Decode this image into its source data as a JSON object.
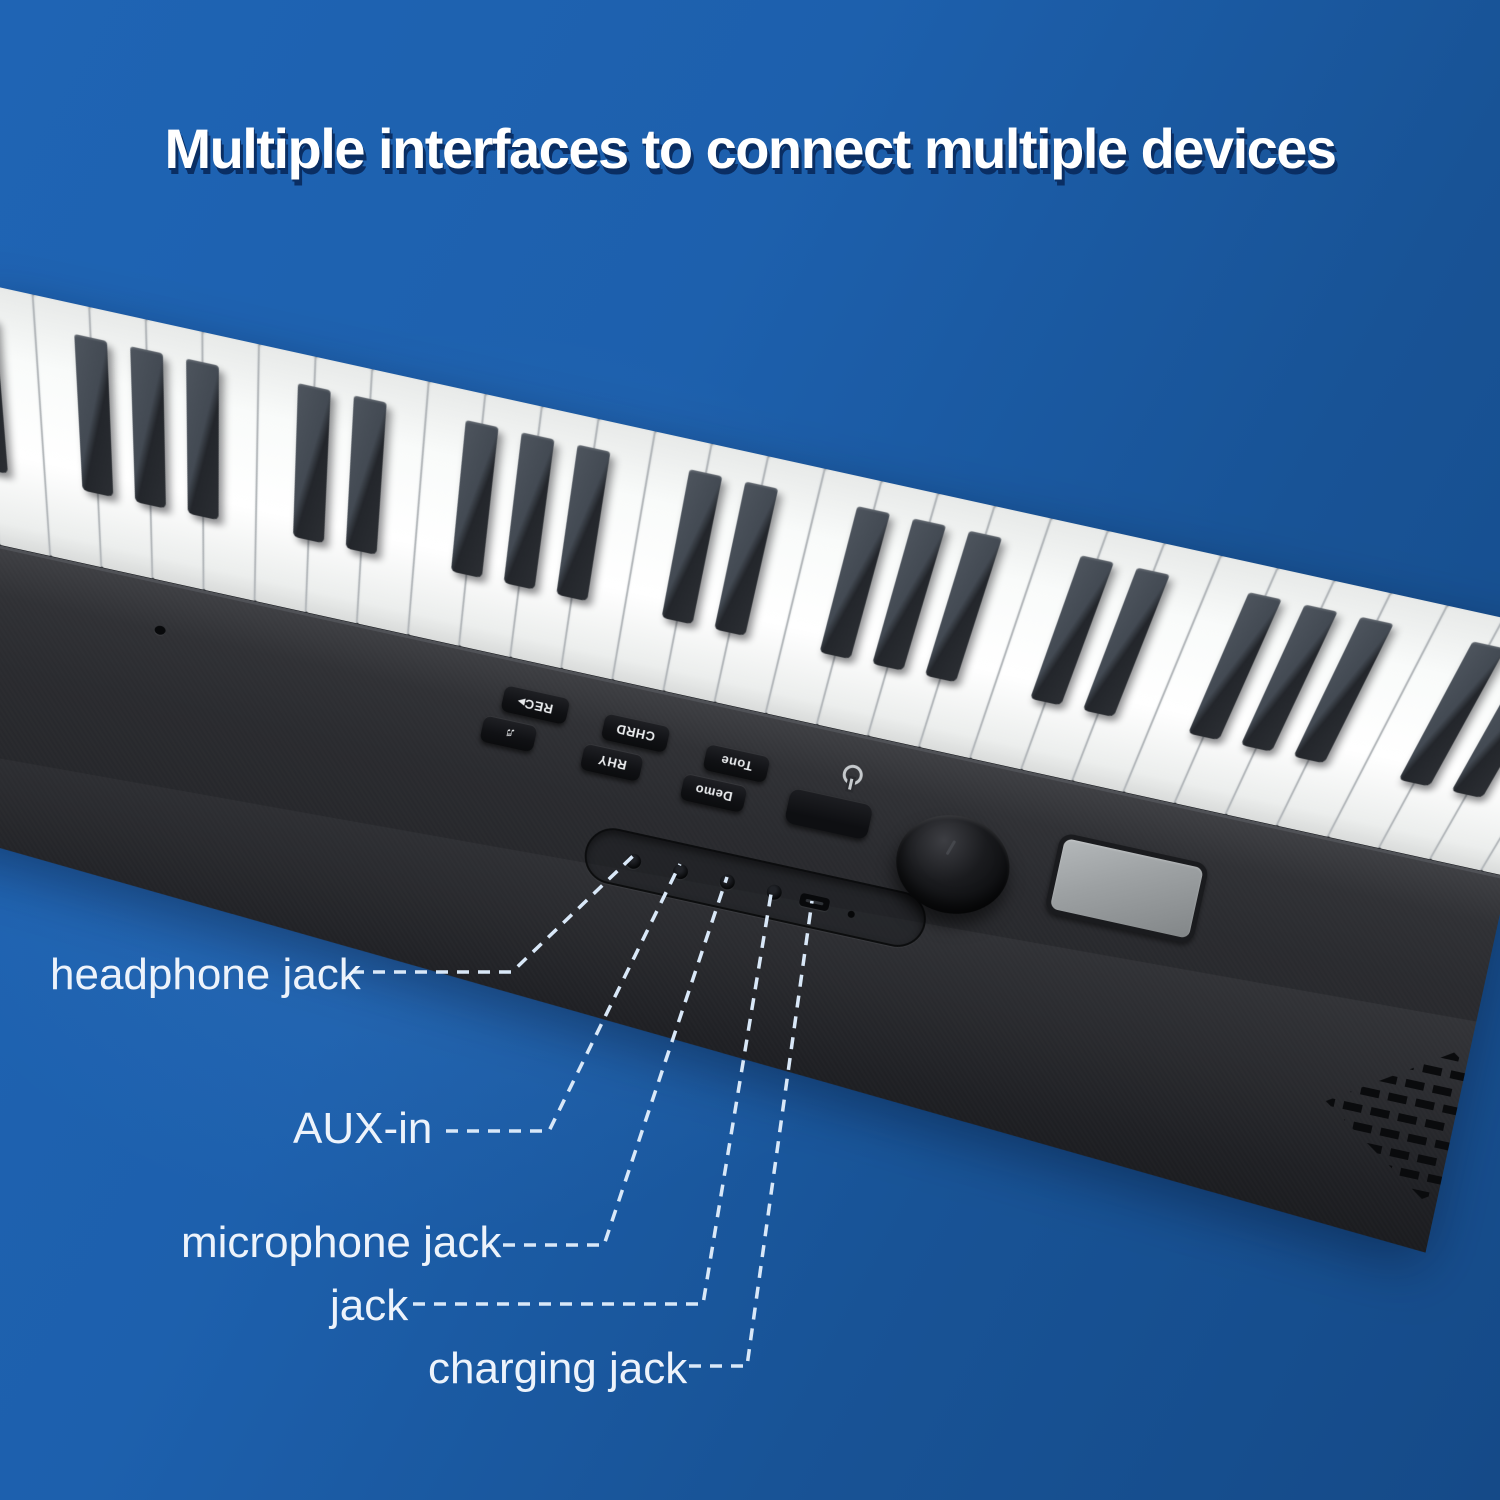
{
  "title": "Multiple interfaces to connect multiple devices",
  "callouts": [
    {
      "id": "headphone",
      "label": "headphone jack"
    },
    {
      "id": "aux",
      "label": "AUX-in"
    },
    {
      "id": "microphone",
      "label": "microphone jack"
    },
    {
      "id": "jack",
      "label": "jack"
    },
    {
      "id": "charging",
      "label": "charging jack"
    }
  ],
  "controls": {
    "buttons": [
      {
        "id": "rec",
        "label": "REC▸"
      },
      {
        "id": "song",
        "label": "♬"
      },
      {
        "id": "chord",
        "label": "CHRD"
      },
      {
        "id": "rhythm",
        "label": "RHY"
      },
      {
        "id": "tone",
        "label": "Tone"
      },
      {
        "id": "demo",
        "label": "Demo"
      }
    ],
    "icons": {
      "power": "power-icon"
    },
    "knob": "volume-knob",
    "display": "lcd-display"
  },
  "keyboard": {
    "white_key_count": 32,
    "black_key_pattern": [
      1,
      1,
      0,
      1,
      1,
      1,
      0
    ]
  },
  "colors": {
    "background_top": "#1f64b4",
    "background_bottom": "#154a88",
    "title_text": "#ffffff",
    "title_shadow": "#0a2e63",
    "label_text": "#edf3fb",
    "callout_dash": "#d9e8f8",
    "panel": "#2a2b2f",
    "front_face": "#1f2024",
    "white_key": "#f9fbfa",
    "black_key": "#434a53",
    "display_screen": "#9da1a3"
  }
}
